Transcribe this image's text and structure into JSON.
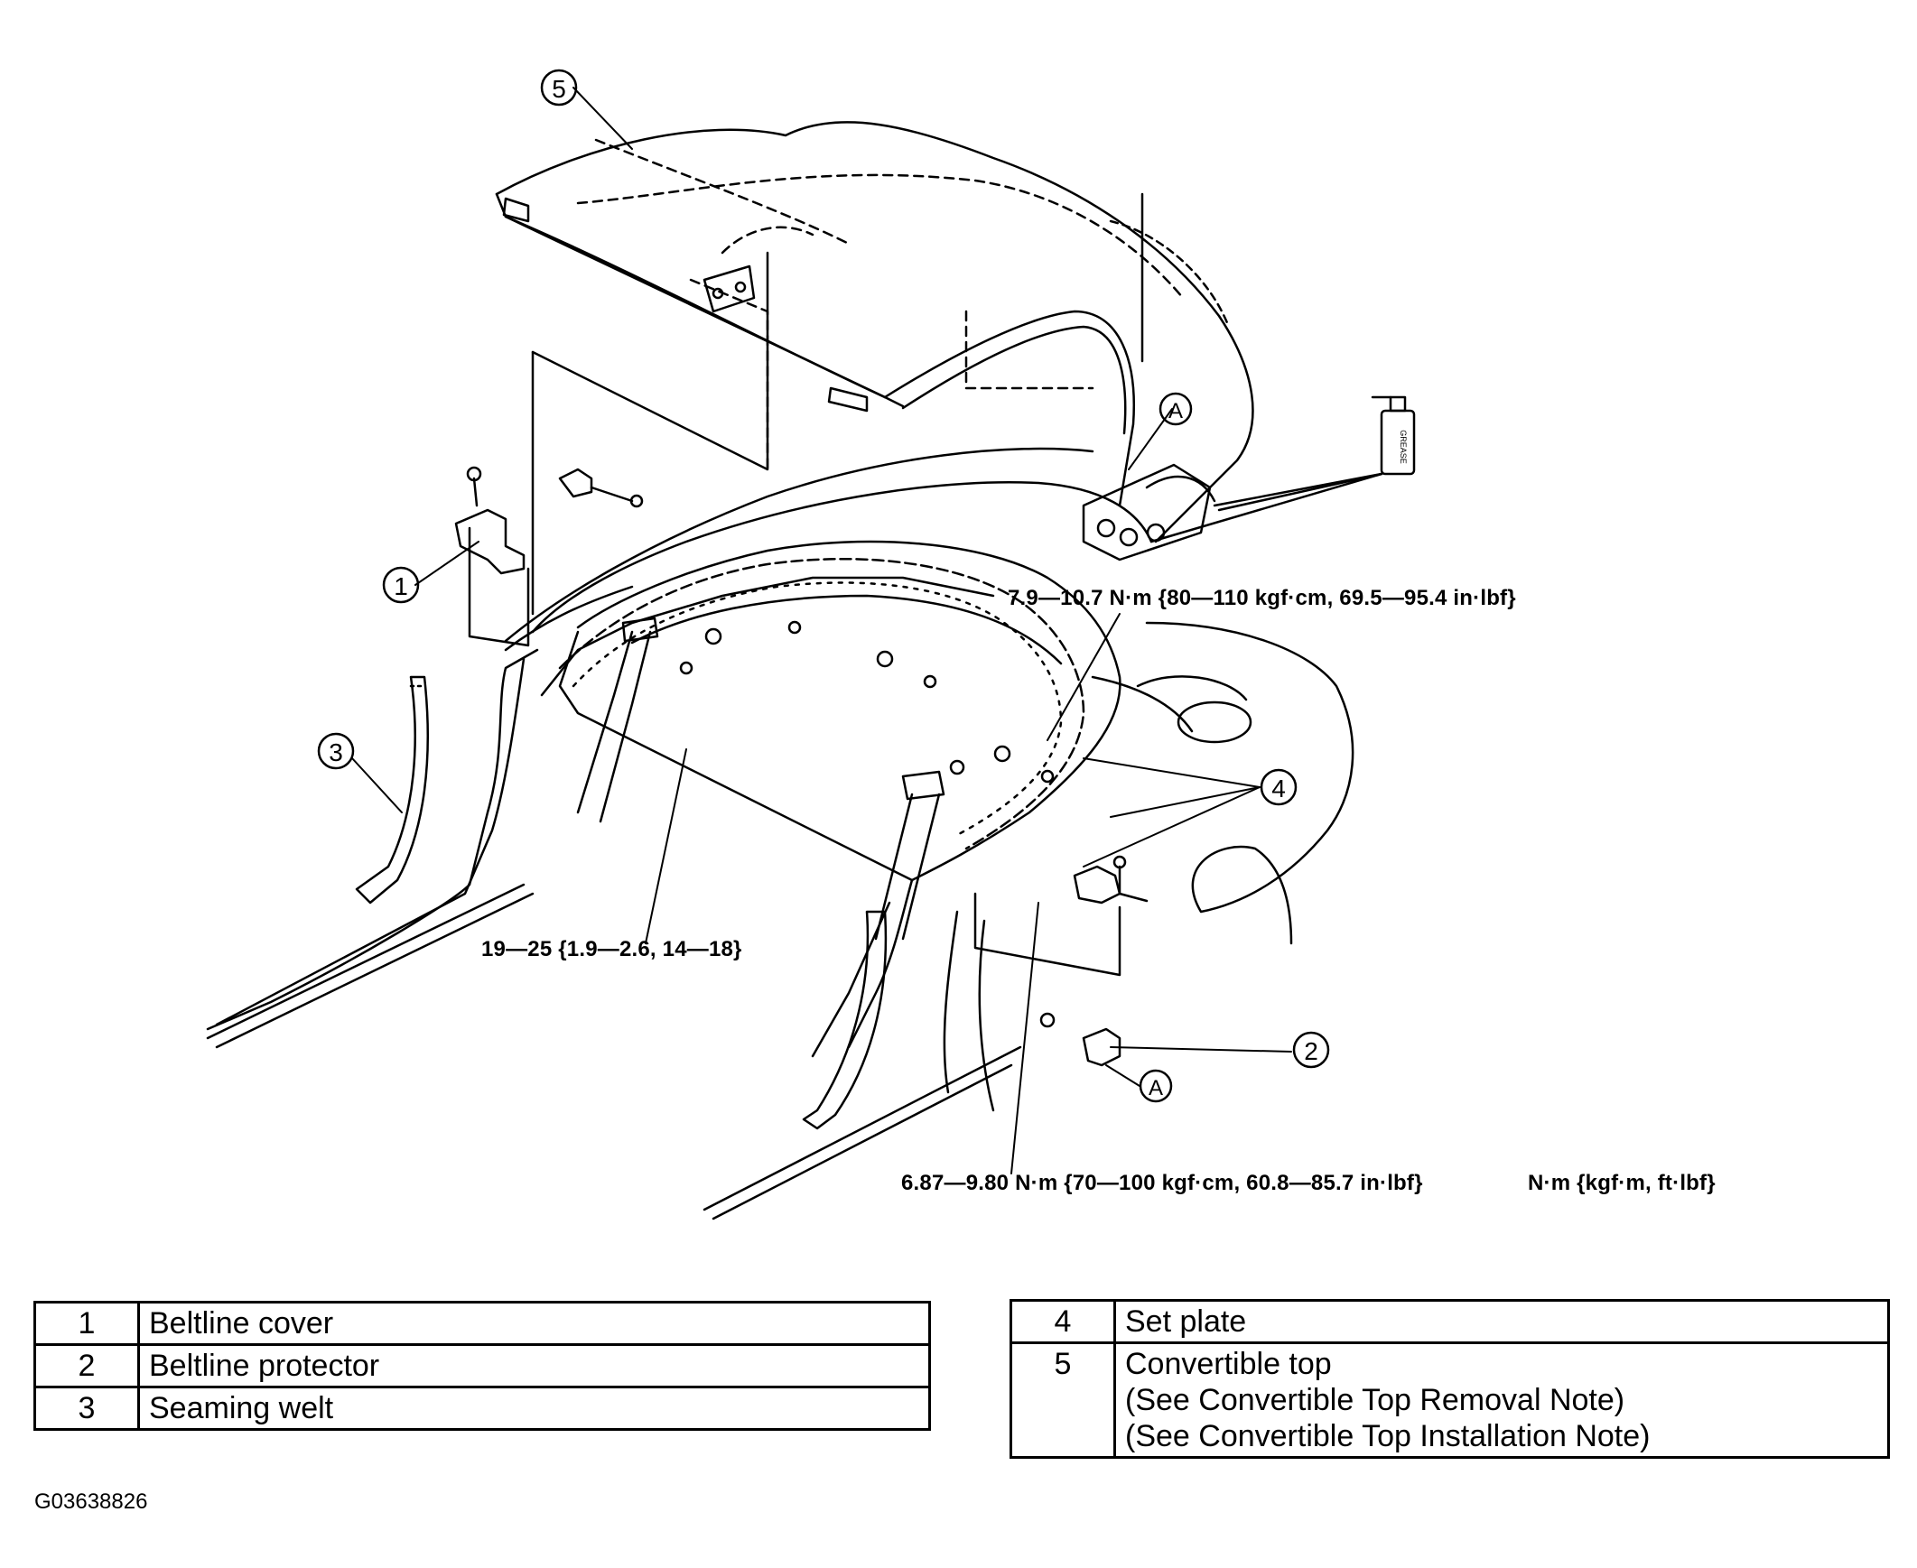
{
  "diagram": {
    "callouts": [
      "1",
      "2",
      "3",
      "4",
      "5",
      "A",
      "A"
    ],
    "torque_labels": {
      "set_plate_upper": "7.9—10.7 N·m {80—110 kgf·cm, 69.5—95.4 in·lbf}",
      "hinge_bolt": "19—25 {1.9—2.6, 14—18}",
      "set_plate_lower": "6.87—9.80 N·m {70—100 kgf·cm, 60.8—85.7 in·lbf}",
      "units": "N·m {kgf·m, ft·lbf}"
    },
    "spray_can_text": "GREASE"
  },
  "legend_left": [
    {
      "num": "1",
      "name": "Beltline cover"
    },
    {
      "num": "2",
      "name": "Beltline protector"
    },
    {
      "num": "3",
      "name": "Seaming welt"
    }
  ],
  "legend_right": [
    {
      "num": "4",
      "lines": [
        "Set plate"
      ]
    },
    {
      "num": "5",
      "lines": [
        "Convertible top",
        "(See Convertible Top Removal Note)",
        "(See Convertible Top Installation Note)"
      ]
    }
  ],
  "figure_id": "G03638826"
}
